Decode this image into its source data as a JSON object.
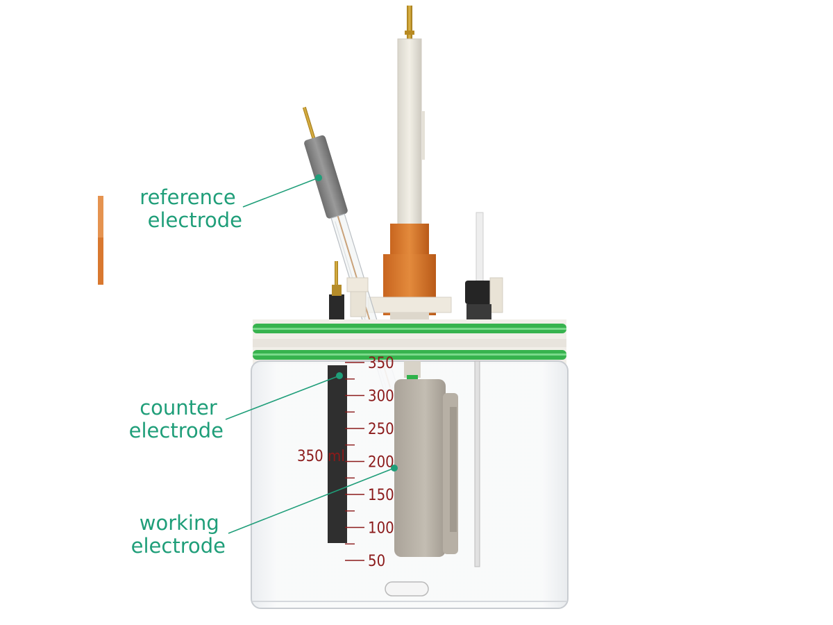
{
  "colors": {
    "label": "#1f9e79",
    "scale": "#8b1a1a",
    "orange": "#d9782f",
    "lid_green": "#2fb24a",
    "glass_edge": "#c8ccd1"
  },
  "labels": {
    "reference": [
      "reference",
      "electrode"
    ],
    "counter": [
      "counter",
      "electrode"
    ],
    "working": [
      "working",
      "electrode"
    ]
  },
  "scale": {
    "volume_label": "350 ml",
    "ticks": [
      "350",
      "300",
      "250",
      "200",
      "150",
      "100",
      "50"
    ]
  }
}
